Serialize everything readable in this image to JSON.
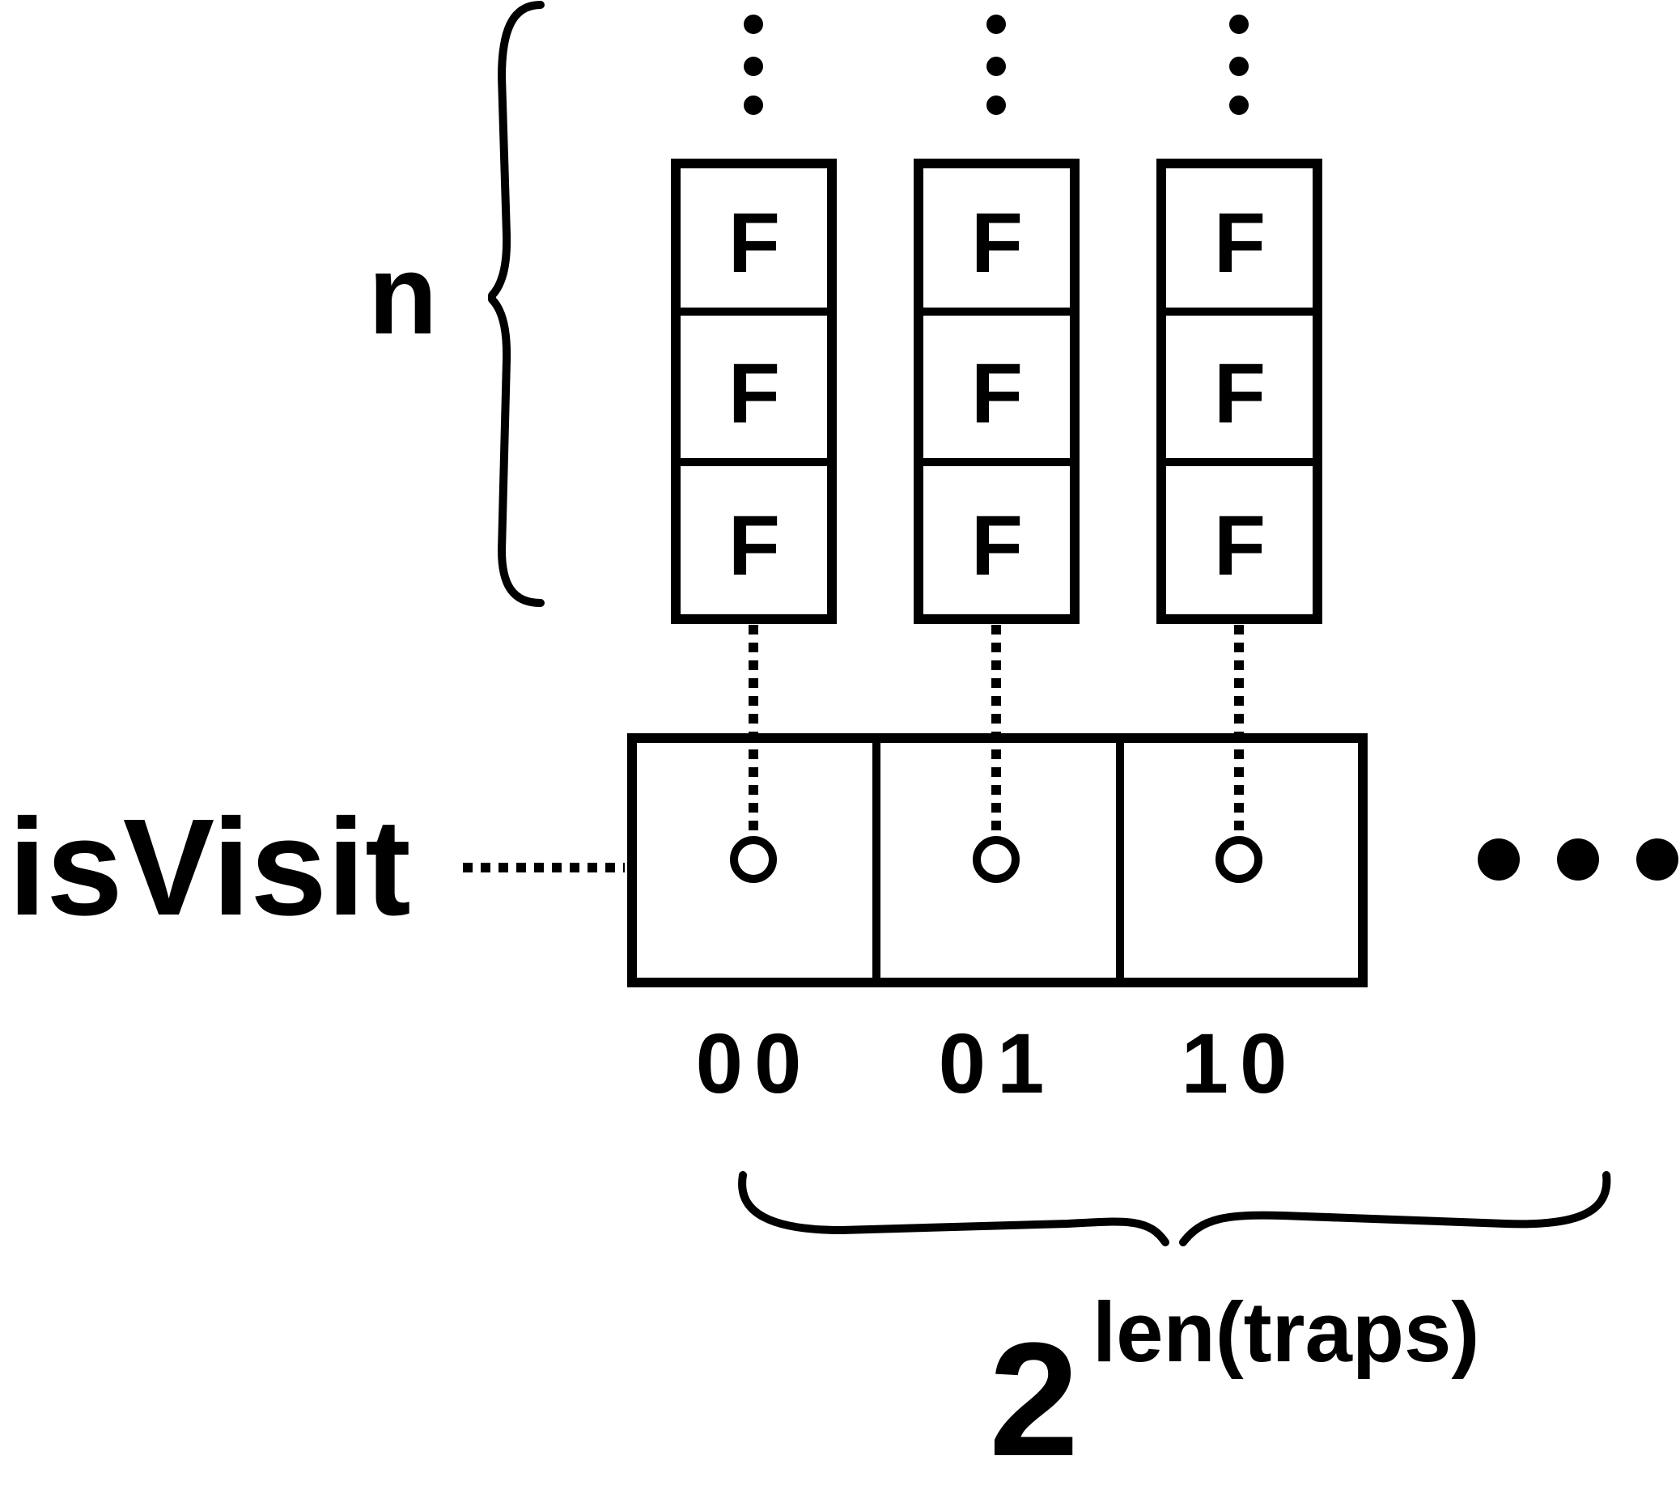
{
  "array_label": "isVisit",
  "dimension_label": "n",
  "cell_value": "F",
  "columns": [
    {
      "index_label": "00",
      "cells": [
        "F",
        "F",
        "F"
      ]
    },
    {
      "index_label": "01",
      "cells": [
        "F",
        "F",
        "F"
      ]
    },
    {
      "index_label": "10",
      "cells": [
        "F",
        "F",
        "F"
      ]
    }
  ],
  "size_label": {
    "base": "2",
    "exponent": "len(traps)"
  },
  "colors": {
    "stroke": "#000000",
    "background": "#ffffff"
  }
}
